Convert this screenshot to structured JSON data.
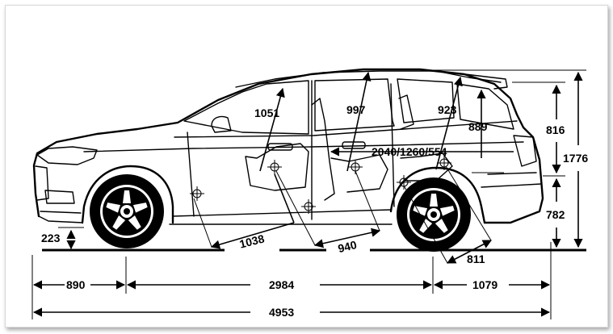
{
  "dimensions": {
    "headroom_front": "1051",
    "headroom_second": "997",
    "headroom_third": "923",
    "rear_overhang_height": "889",
    "cargo_lengths": "2040/1260/554",
    "roof_to_belt": "816",
    "overall_height": "1776",
    "belt_height": "782",
    "ground_clearance": "223",
    "legroom_front": "1038",
    "legroom_second": "940",
    "legroom_third": "811",
    "front_overhang": "890",
    "wheelbase": "2984",
    "rear_overhang": "1079",
    "overall_length": "4953"
  },
  "colors": {
    "ink": "#000000",
    "background": "#ffffff"
  }
}
